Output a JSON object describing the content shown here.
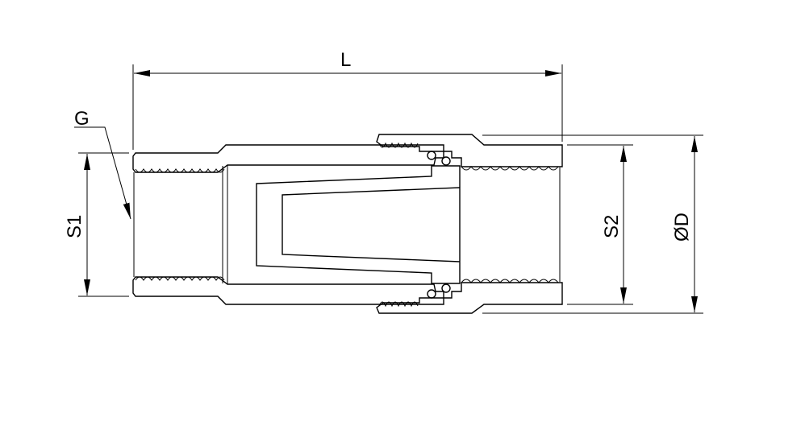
{
  "drawing": {
    "type": "cross-section technical drawing",
    "subject": "threaded pipe fitting / union with internal cone insert and O-rings",
    "background": "#ffffff",
    "line_color": "#000000"
  },
  "dimensions": {
    "length": {
      "label": "L",
      "orientation": "horizontal"
    },
    "thread": {
      "label": "G",
      "orientation": "leader"
    },
    "left_bore": {
      "label": "S1",
      "orientation": "vertical"
    },
    "right_bore": {
      "label": "S2",
      "orientation": "vertical"
    },
    "outer_diameter": {
      "label": "ØD",
      "orientation": "vertical"
    }
  }
}
